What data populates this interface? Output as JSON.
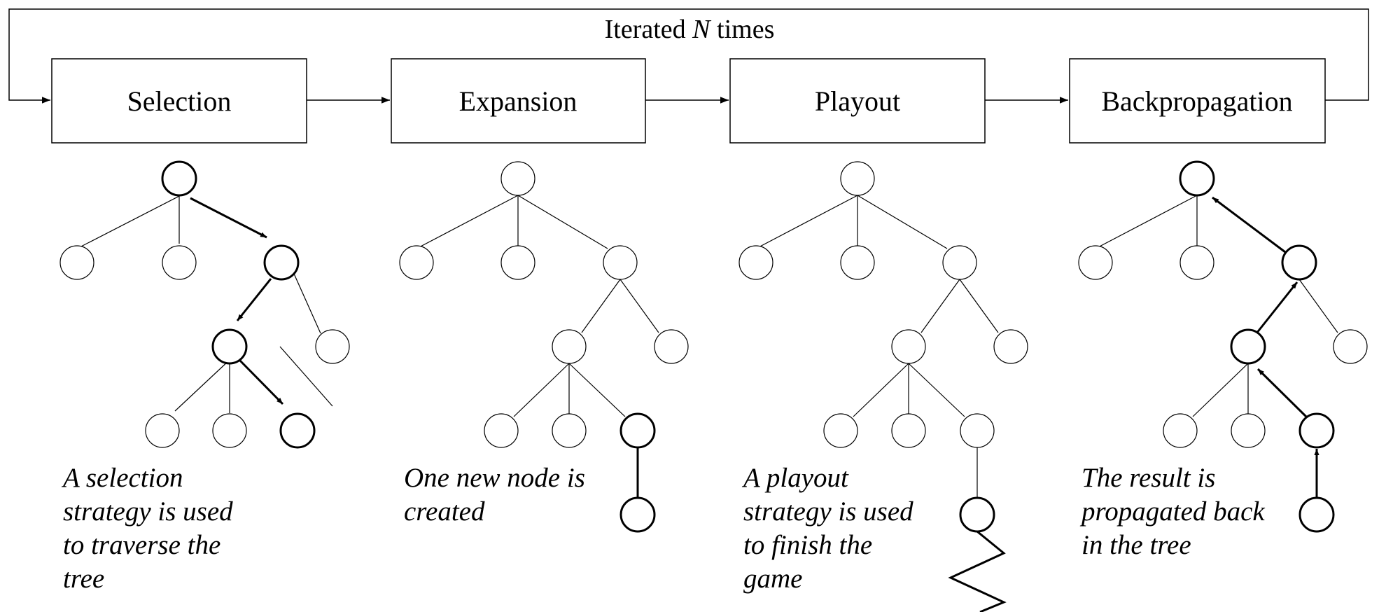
{
  "loop": {
    "label_prefix": "Iterated ",
    "label_var": "N",
    "label_suffix": " times"
  },
  "stages": [
    {
      "name": "Selection",
      "caption_lines": [
        "A selection",
        "strategy is used",
        "to traverse the",
        "tree"
      ]
    },
    {
      "name": "Expansion",
      "caption_lines": [
        "One new node is",
        "created"
      ]
    },
    {
      "name": "Playout",
      "caption_lines": [
        "A playout",
        "strategy is used",
        "to finish the",
        "game"
      ]
    },
    {
      "name": "Backpropagation",
      "caption_lines": [
        "The result is",
        "propagated back",
        "in the tree"
      ]
    }
  ]
}
